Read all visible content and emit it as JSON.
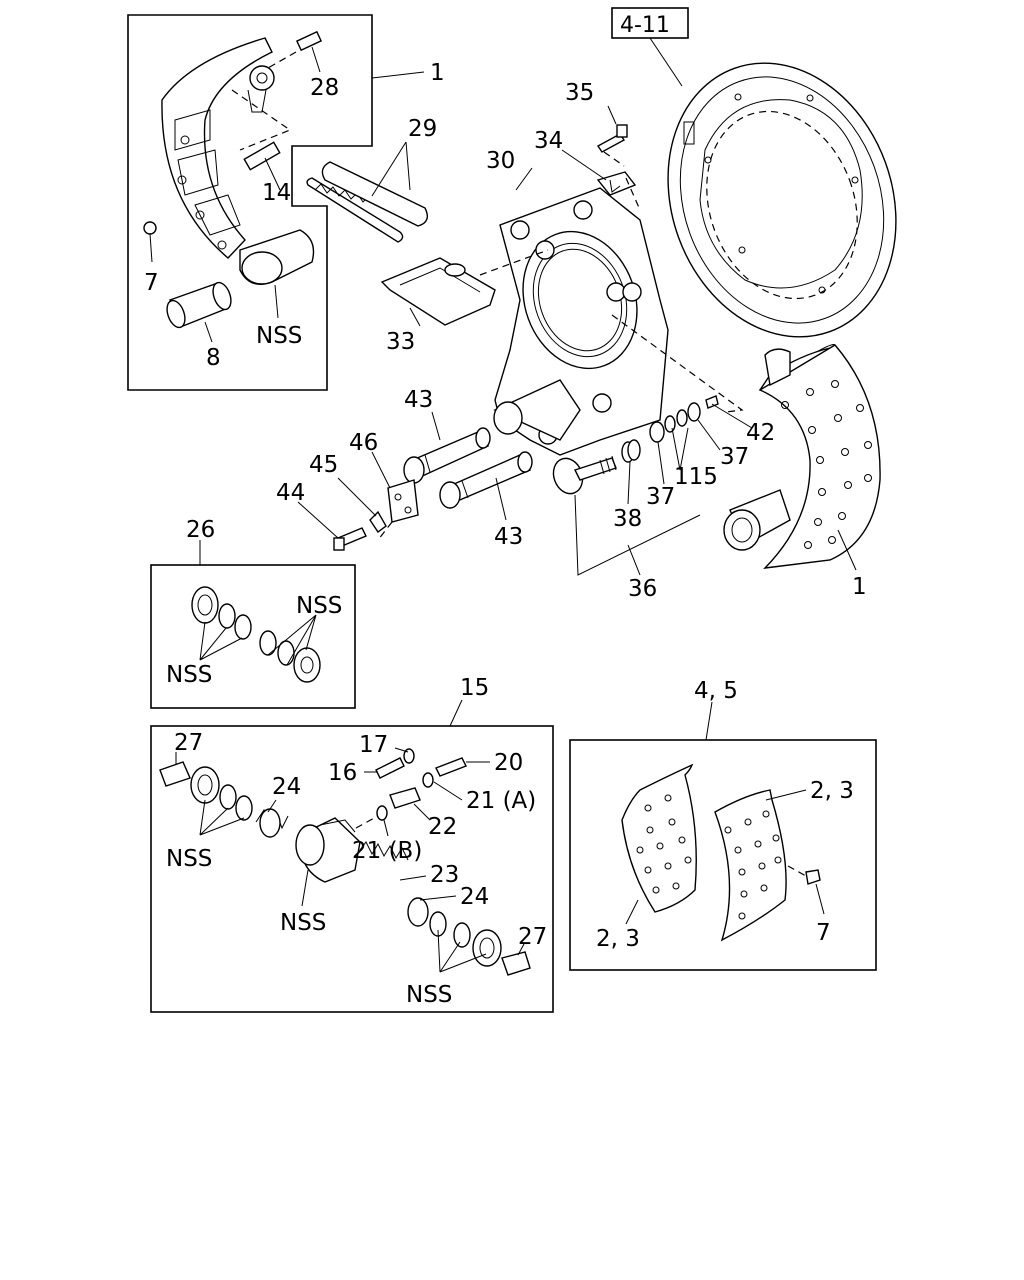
{
  "reference_box": "4-11",
  "callouts": {
    "c1_top": "1",
    "c28": "28",
    "c29": "29",
    "c14": "14",
    "c7_left": "7",
    "c8": "8",
    "c_nss_shoe": "NSS",
    "c35": "35",
    "c34": "34",
    "c30": "30",
    "c33": "33",
    "c43_top": "43",
    "c43_bottom": "43",
    "c46": "46",
    "c45": "45",
    "c44": "44",
    "c42": "42",
    "c37_right": "37",
    "c115": "115",
    "c37_mid": "37",
    "c38": "38",
    "c36": "36",
    "c1_right": "1",
    "c26": "26",
    "c_nss_26a": "NSS",
    "c_nss_26b": "NSS",
    "c15": "15",
    "c27_top": "27",
    "c17": "17",
    "c16": "16",
    "c20": "20",
    "c21a": "21 (A)",
    "c22": "22",
    "c21b": "21 (B)",
    "c24_top": "24",
    "c_nss_15a": "NSS",
    "c23": "23",
    "c_nss_15b": "NSS",
    "c24_bottom": "24",
    "c27_bottom": "27",
    "c_nss_15c": "NSS",
    "c45_title": "4, 5",
    "c23_right": "2, 3",
    "c23_left": "2, 3",
    "c7_right": "7"
  }
}
